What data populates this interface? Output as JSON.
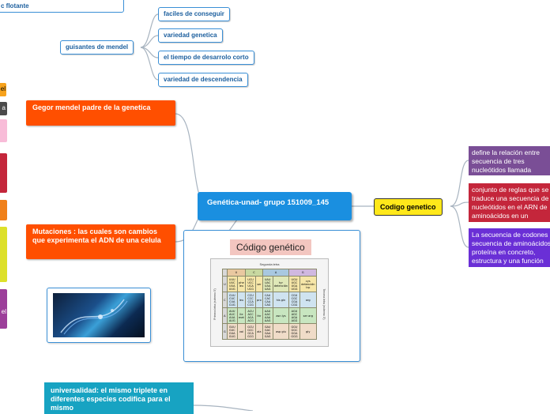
{
  "topleft": {
    "fragment": "c flotante"
  },
  "mendel_peas": {
    "label": "guisantes de mendel",
    "items": [
      "faciles de conseguir",
      "variedad genetica",
      "el tiempo de desarrolo corto",
      "variedad de descendencia"
    ]
  },
  "left_edge_fragments": {
    "a": "el",
    "b": "a",
    "c": "el"
  },
  "gregor": {
    "text": "Gegor mendel padre de la genetica"
  },
  "mutaciones": {
    "text": "Mutaciones : las cuales son cambios que experimenta el ADN de una celula"
  },
  "central": {
    "text": "Genética-unad-  grupo 151009_145"
  },
  "codigo": {
    "label": "Codigo genetico",
    "definitions": [
      "define la relación entre secuencia de tres nucleótidos llamada codón, y cada",
      "conjunto de reglas que se traduce una secuencia de nucleótidos en el ARN de aminoácidos en un",
      "La secuencia de codones secuencia de aminoácidos proteína en concreto, estructura y una función"
    ]
  },
  "image_card": {
    "title": "Código genético",
    "table_header": "Segunda letra",
    "first_letter_label": "Primera letra (extremo 5')",
    "third_letter_label": "Tercera letra (extremo 3')",
    "second_letters": [
      "U",
      "C",
      "A",
      "G"
    ],
    "rows": [
      [
        "U",
        "UUU UUC UUA UUG",
        "phe leu",
        "UCU UCC UCA UCG",
        "ser",
        "UAU UAC UAA UAG",
        "tyr detención",
        "UGU UGC UGA UGG",
        "cys detención trp"
      ],
      [
        "C",
        "CUU CUC CUA CUG",
        "leu",
        "CCU CCC CCA CCG",
        "pro",
        "CAU CAC CAA CAG",
        "his gln",
        "CGU CGC CGA CGG",
        "arg"
      ],
      [
        "A",
        "AUU AUC AUA AUG",
        "ile met",
        "ACU ACC ACA ACG",
        "thr",
        "AAU AAC AAA AAG",
        "asn lys",
        "AGU AGC AGA AGG",
        "ser arg"
      ],
      [
        "G",
        "GUU GUC GUA GUG",
        "val",
        "GCU GCC GCA GCG",
        "ala",
        "GAU GAC GAA GAG",
        "asp glu",
        "GGU GGC GGA GGG",
        "gly"
      ]
    ]
  },
  "universalidad": {
    "text": "universalidad:  el mismo triplete en diferentes especies codifica para el mismo"
  },
  "colors": {
    "orange": "#ff4f00",
    "central": "#1a8fe0",
    "yellow": "#ffe81a",
    "purple1": "#7a4e96",
    "red": "#c4263b",
    "purple2": "#6a2fd6",
    "teal": "#17a3c2"
  }
}
